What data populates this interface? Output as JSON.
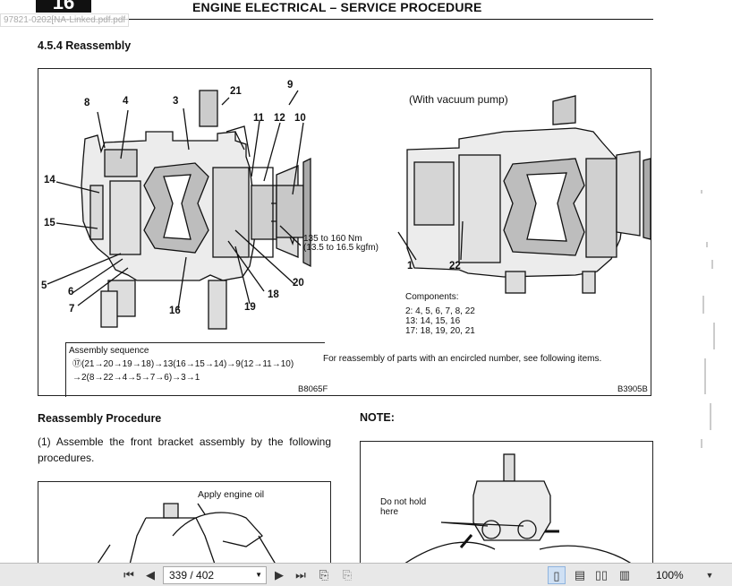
{
  "header": {
    "section_no": "16",
    "title": "ENGINE ELECTRICAL – SERVICE PROCEDURE",
    "filename": "97821-0202[NA-Linked.pdf.pdf"
  },
  "section_title": "4.5.4 Reassembly",
  "figure": {
    "labels_left": [
      "8",
      "4",
      "3",
      "21",
      "9",
      "11",
      "12",
      "10",
      "14",
      "15",
      "5",
      "6",
      "7",
      "16",
      "19",
      "18",
      "20"
    ],
    "torque_1": "135 to 160 Nm",
    "torque_2": "(13.5 to 16.5 kgfm)",
    "vacuum_caption": "(With vacuum pump)",
    "labels_right": [
      "1",
      "22"
    ],
    "components_title": "Components:",
    "components": [
      "2:  4, 5, 6, 7, 8, 22",
      "13:  14, 15, 16",
      "17:  18, 19, 20, 21"
    ],
    "assembly_title": "Assembly sequence",
    "assembly_line1": "⑰(21→20→19→18)→13(16→15→14)→9(12→11→10)",
    "assembly_line2": "→2(8→22→4→5→7→6)→3→1",
    "reassembly_note": "For reassembly of parts with an encircled number, see following items.",
    "code_left": "B8065F",
    "code_right": "B3905B"
  },
  "reassembly_title": "Reassembly Procedure",
  "step1": "(1)  Assemble the front bracket assembly by the following procedures.",
  "note_title": "NOTE:",
  "apply_oil": "Apply engine oil",
  "do_not_hold": "Do not hold here",
  "toolbar": {
    "page_value": "339 / 402",
    "zoom": "100%"
  }
}
